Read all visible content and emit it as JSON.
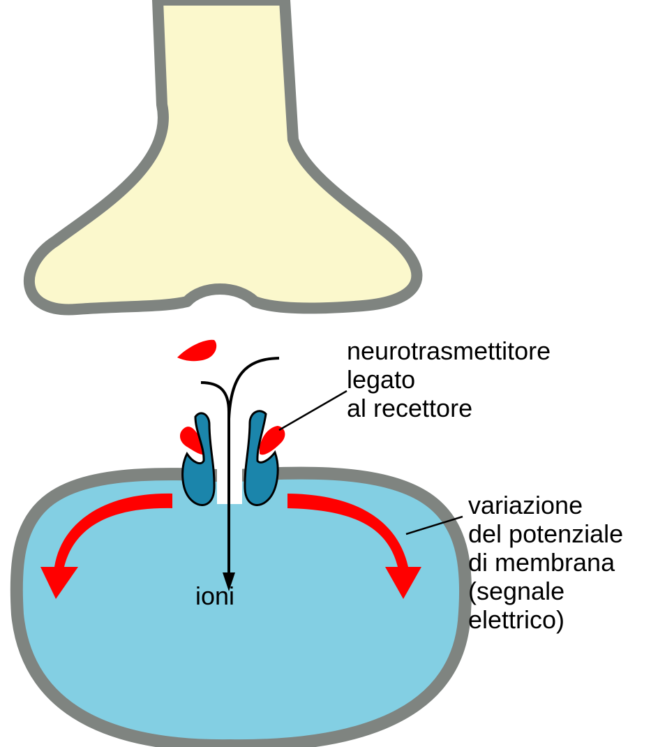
{
  "labels": {
    "neurotransmitter": [
      "neurotrasmettitore",
      "legato",
      "al recettore"
    ],
    "potential_change": [
      "variazione",
      "del potenziale",
      "di membrana",
      "(segnale",
      "elettrico)"
    ],
    "ions": "ioni"
  },
  "colors": {
    "presynaptic_fill": "#fbf8cc",
    "membrane": "#7f8480",
    "postsynaptic_fill": "#83cfe3",
    "receptor": "#1b85ab",
    "neurotransmitter": "#ff0000",
    "arrow_signal": "#ff0000",
    "ion_arrow": "#000000"
  }
}
